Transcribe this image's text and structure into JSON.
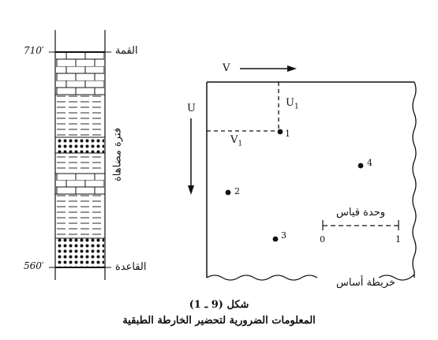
{
  "column": {
    "top_elevation": "710′",
    "bottom_elevation": "560′",
    "top_label": "القمة",
    "bottom_label": "القاعدة",
    "interval_label": "فترة مضاهاة"
  },
  "basemap": {
    "arrow_v_label": "V",
    "arrow_u_label": "U",
    "u1_label": "U",
    "u1_sub": "1",
    "v1_label": "V",
    "v1_sub": "1",
    "points": [
      {
        "label": "1"
      },
      {
        "label": "2"
      },
      {
        "label": "3"
      },
      {
        "label": "4"
      }
    ],
    "scale_title": "وحدة قياس",
    "scale_start": "0",
    "scale_end": "1",
    "base_map_label": "خريطة أساس"
  },
  "caption": {
    "figure_number": "شكل (9 ـ 1)",
    "title": "المعلومات الضرورية لتحضير الخارطة الطبقية"
  },
  "colors": {
    "ink": "#111111",
    "paper": "#ffffff"
  }
}
